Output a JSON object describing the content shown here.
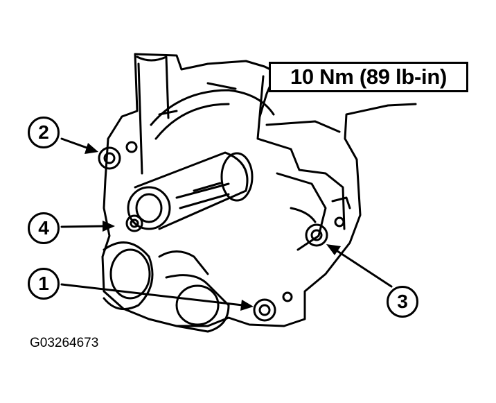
{
  "torque_spec": "10 Nm (89 lb-in)",
  "callouts": [
    "2",
    "4",
    "1",
    "3"
  ],
  "figure_id": "G03264673"
}
